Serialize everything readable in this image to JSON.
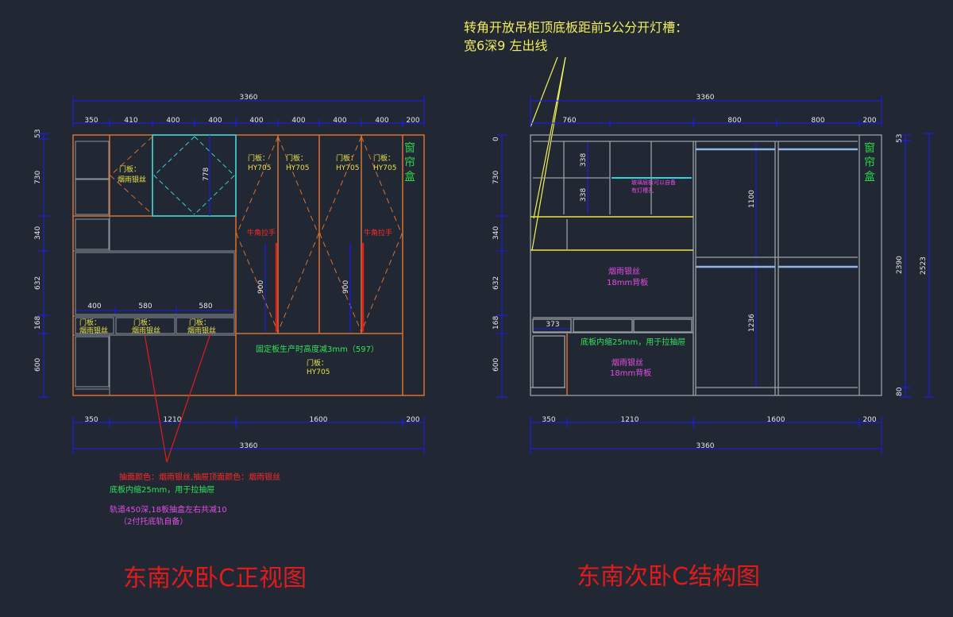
{
  "annotation_top": {
    "line1": "转角开放吊柜顶底板距前5公分开灯槽：",
    "line2": "宽6深9 左出线"
  },
  "left_view": {
    "title": "东南次卧C正视图",
    "total_width": "3360",
    "top_dims": [
      "350",
      "410",
      "400",
      "400",
      "400",
      "400",
      "400",
      "400",
      "200"
    ],
    "bottom_dims": [
      "350",
      "1210",
      "1600",
      "200"
    ],
    "drawer_dims": [
      "400",
      "580",
      "580"
    ],
    "left_heights": [
      "53",
      "730",
      "340",
      "632",
      "168",
      "600"
    ],
    "curtain_box": [
      "窗",
      "帘",
      "盒"
    ],
    "dim_778": "778",
    "dim_900a": "900",
    "dim_900b": "900",
    "door_upper_left": [
      "门板：",
      "烟雨银丝"
    ],
    "doors_top": [
      [
        "门板：",
        "HY705"
      ],
      [
        "门板：",
        "HY705"
      ],
      [
        "门板：",
        "HY705"
      ],
      [
        "门板：",
        "HY705"
      ]
    ],
    "handle_label": "牛角拉手",
    "drawers": [
      [
        "门板：",
        "烟雨银丝"
      ],
      [
        "门板：",
        "烟雨银丝"
      ],
      [
        "门板：",
        "烟雨银丝"
      ]
    ],
    "fixed_panel_note": "固定板生产时高度减3mm（597）",
    "fixed_door": [
      "门板：",
      "HY705"
    ],
    "note_color": "抽面颜色：烟雨银丝,抽屉顶面颜色：烟雨银丝",
    "note_inset": "底板内缩25mm，用于拉抽屉",
    "note_rail": "轨道450深,18板抽盒左右共减10",
    "note_rail2": "（2付托底轨自备）"
  },
  "right_view": {
    "title": "东南次卧C结构图",
    "total_width": "3360",
    "top_dims": [
      "760",
      "800",
      "800",
      "200"
    ],
    "bottom_dims": [
      "350",
      "1210",
      "1600",
      "200"
    ],
    "left_heights": [
      "0",
      "730",
      "340",
      "632",
      "168",
      "600"
    ],
    "right_heights": [
      "53",
      "2390",
      "2523",
      "80"
    ],
    "dim_338a": "338",
    "dim_338b": "338",
    "dim_1100": "1100",
    "dim_1236": "1236",
    "dim_373": "373",
    "glass_note": "玻璃层板可以自备",
    "glass_note2": "有灯槽孔",
    "back1": [
      "烟雨银丝",
      "18mm背板"
    ],
    "inset_note": "底板内缩25mm，用于拉抽屉",
    "back2": [
      "烟雨银丝",
      "18mm背板"
    ],
    "curtain_box": [
      "窗",
      "帘",
      "盒"
    ]
  },
  "colors": {
    "background": "#212833",
    "dimension": "#1a1aff",
    "cabinet_line": "#d9712f",
    "structure_line": "#9aa0a6",
    "highlight_cyan": "#2fd6de",
    "annotation_yellow": "#f2ef5a",
    "title_red": "#e11b1b"
  }
}
